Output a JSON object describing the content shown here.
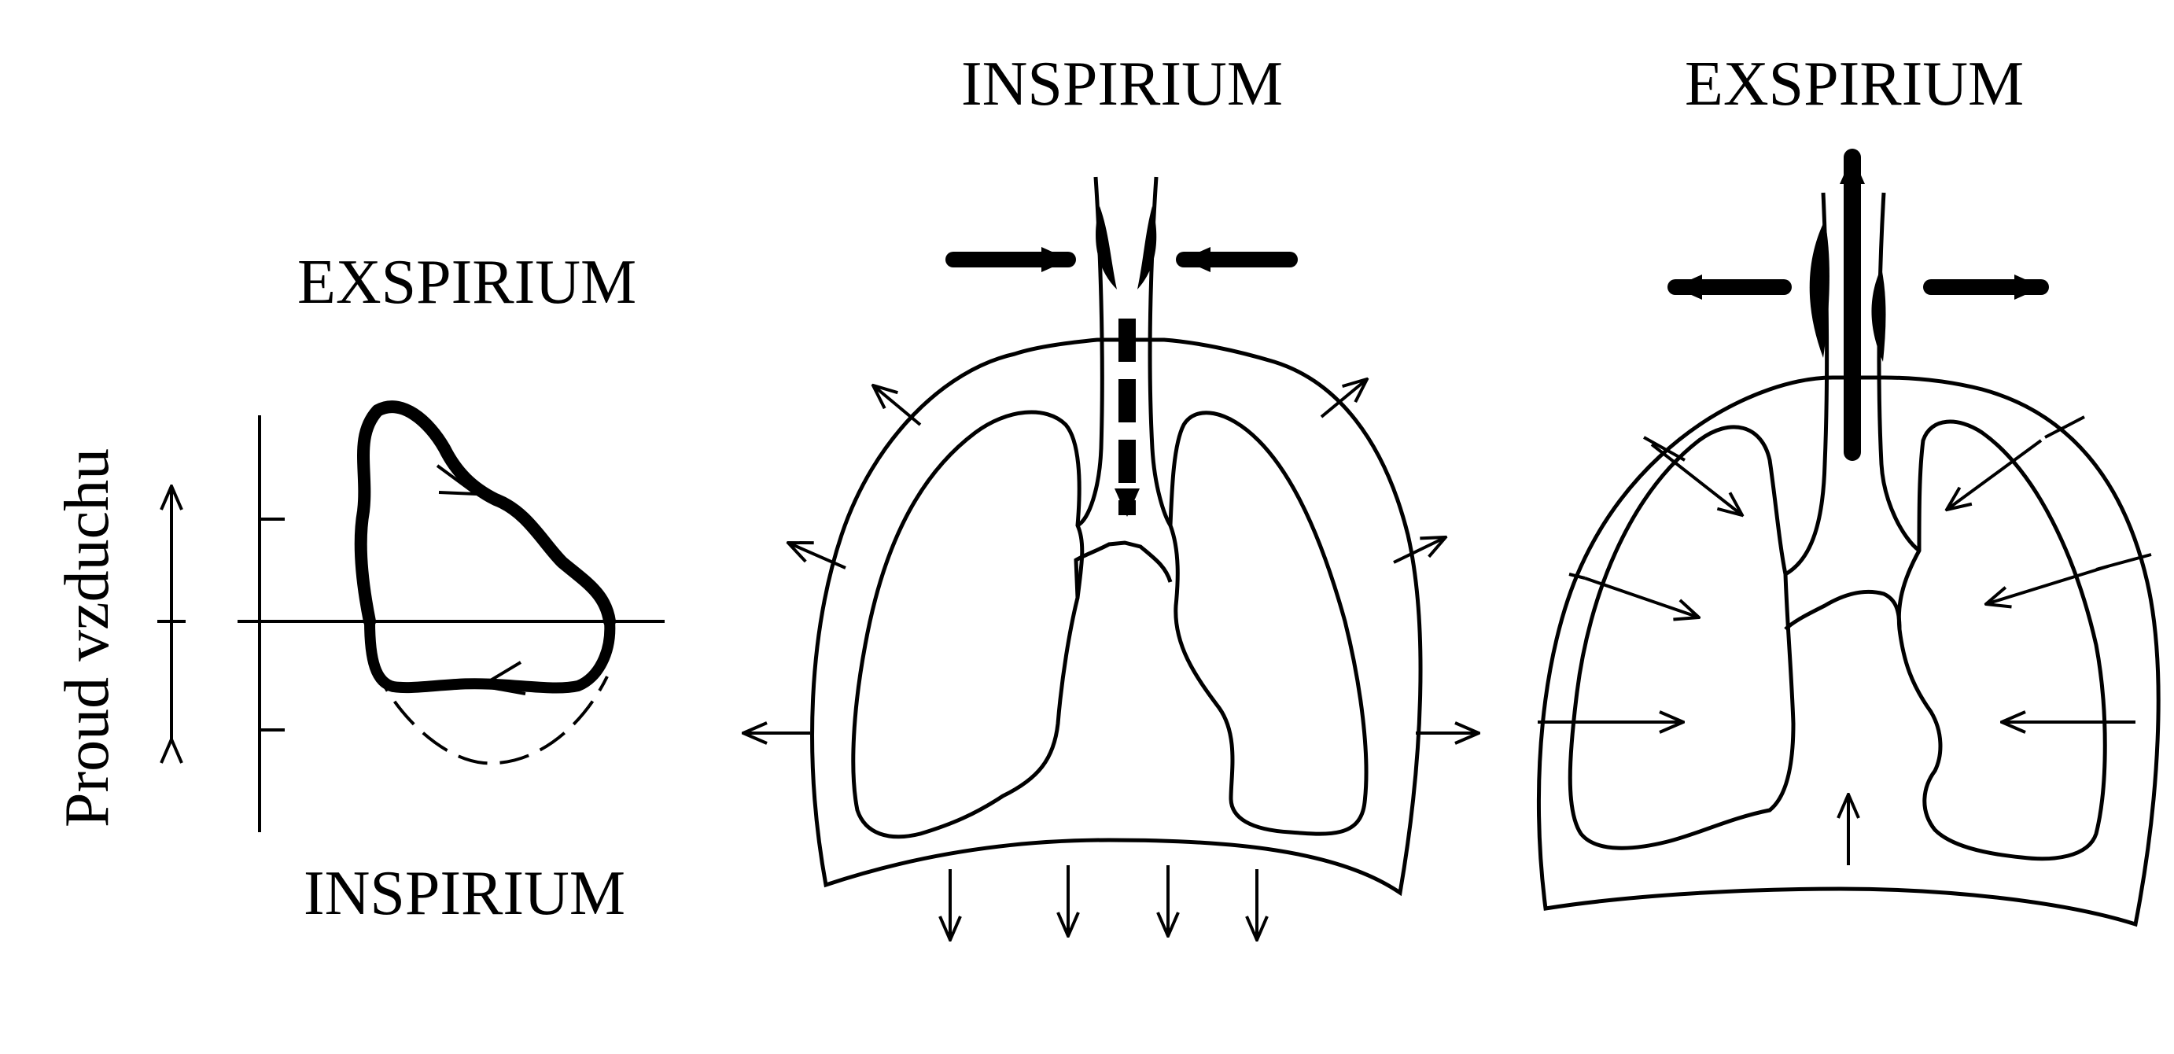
{
  "loop_panel": {
    "label_top": "EXSPIRIUM",
    "label_bottom": "INSPIRIUM",
    "axis_label": "Proud vzduchu"
  },
  "inspiration_panel": {
    "title": "INSPIRIUM"
  },
  "expiration_panel": {
    "title": "EXSPIRIUM"
  },
  "colors": {
    "ink": "#000000",
    "paper": "#ffffff"
  }
}
